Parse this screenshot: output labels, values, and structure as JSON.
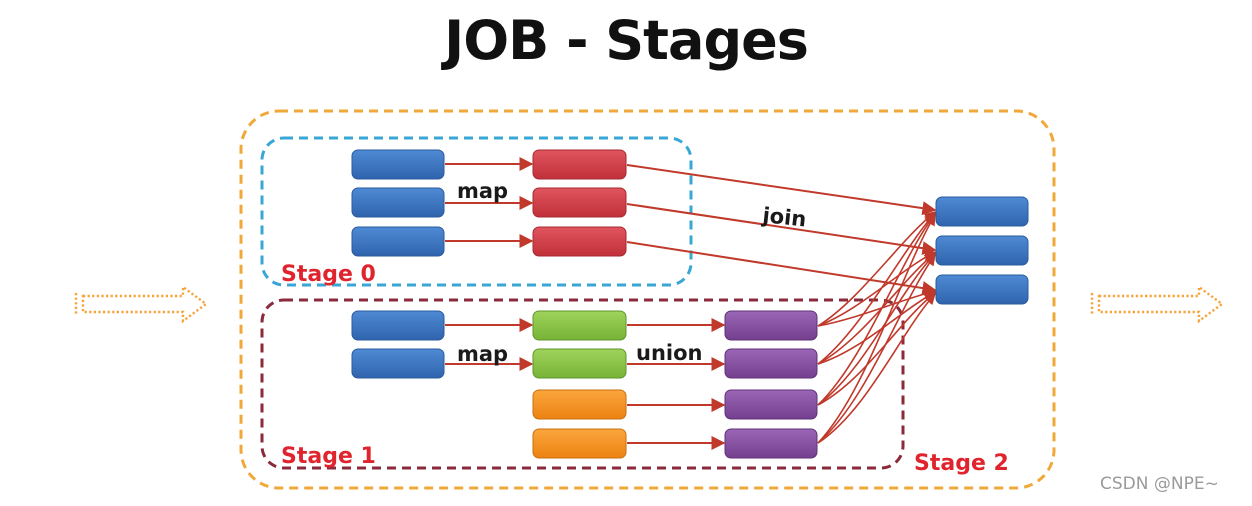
{
  "title": "JOB - Stages",
  "watermark": "CSDN @NPE~",
  "colors": {
    "blue": "#3a76c4",
    "red": "#d4414b",
    "green": "#8cc646",
    "orange": "#f7941e",
    "purple": "#8a53a4",
    "arrow": "#c0392b",
    "job_border": "#f0a838",
    "stage0_border": "#39a6d6",
    "stage1_border": "#8b2a3a",
    "stage_label": "#e0242e"
  },
  "stages": {
    "stage0": "Stage 0",
    "stage1": "Stage 1",
    "stage2": "Stage 2"
  },
  "operations": {
    "map0": "map",
    "map1": "map",
    "union": "union",
    "join": "join"
  },
  "nodes": {
    "stage0_inputs": 3,
    "stage0_mapped": 3,
    "stage1_inputs": 2,
    "stage1_mapped": 2,
    "stage1_extra": 2,
    "stage1_union": 4,
    "stage2_outputs": 3
  },
  "flow_icons": [
    "dotted-arrow-in-icon",
    "dotted-arrow-out-icon"
  ]
}
